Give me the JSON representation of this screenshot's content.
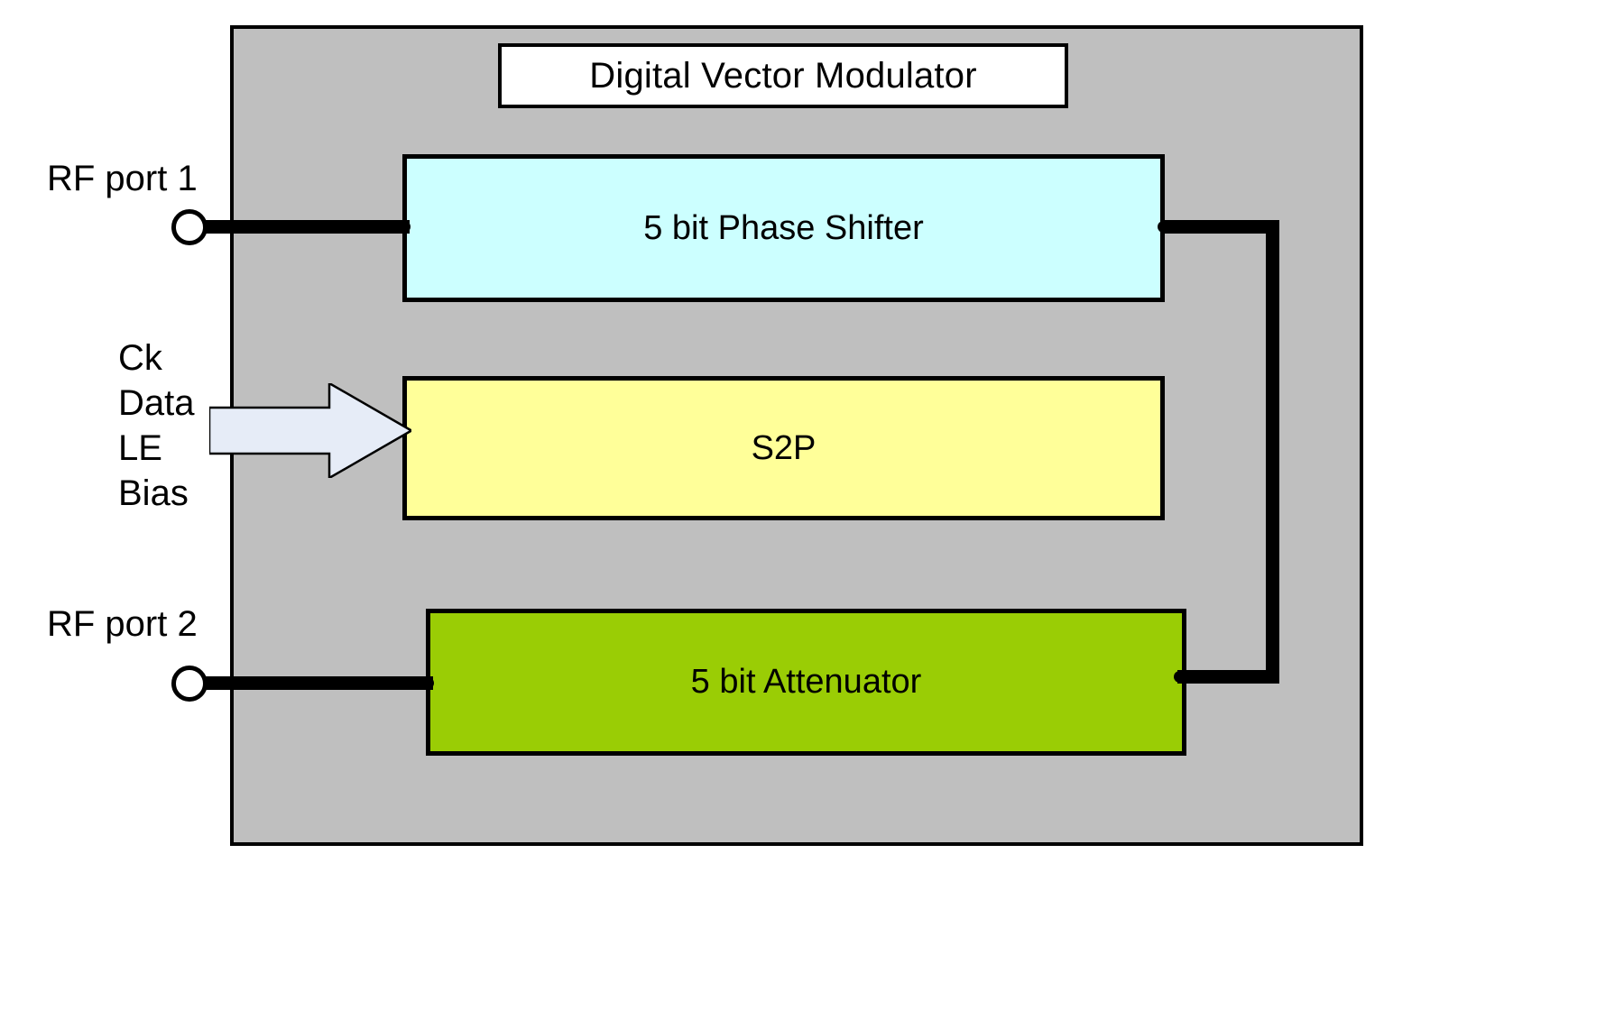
{
  "diagram": {
    "title": "Digital Vector Modulator",
    "chip_fill_color": "#bfbfbf",
    "blocks": [
      {
        "id": "phase-shifter",
        "label": "5 bit Phase Shifter",
        "fill_color": "#ccffff"
      },
      {
        "id": "s2p",
        "label": "S2P",
        "fill_color": "#ffff99"
      },
      {
        "id": "attenuator",
        "label": "5 bit Attenuator",
        "fill_color": "#9acd05"
      }
    ],
    "ports": [
      {
        "id": "rf-port-1",
        "label": "RF port 1"
      },
      {
        "id": "rf-port-2",
        "label": "RF port 2"
      }
    ],
    "control_bus": {
      "arrow_fill_color": "#e6ecf7",
      "signals": [
        {
          "label": "Ck"
        },
        {
          "label": "Data"
        },
        {
          "label": "LE"
        },
        {
          "label": "Bias"
        }
      ]
    },
    "icons": {
      "port_connector": "circle-connector-icon",
      "control_arrow": "right-arrow-icon"
    }
  }
}
